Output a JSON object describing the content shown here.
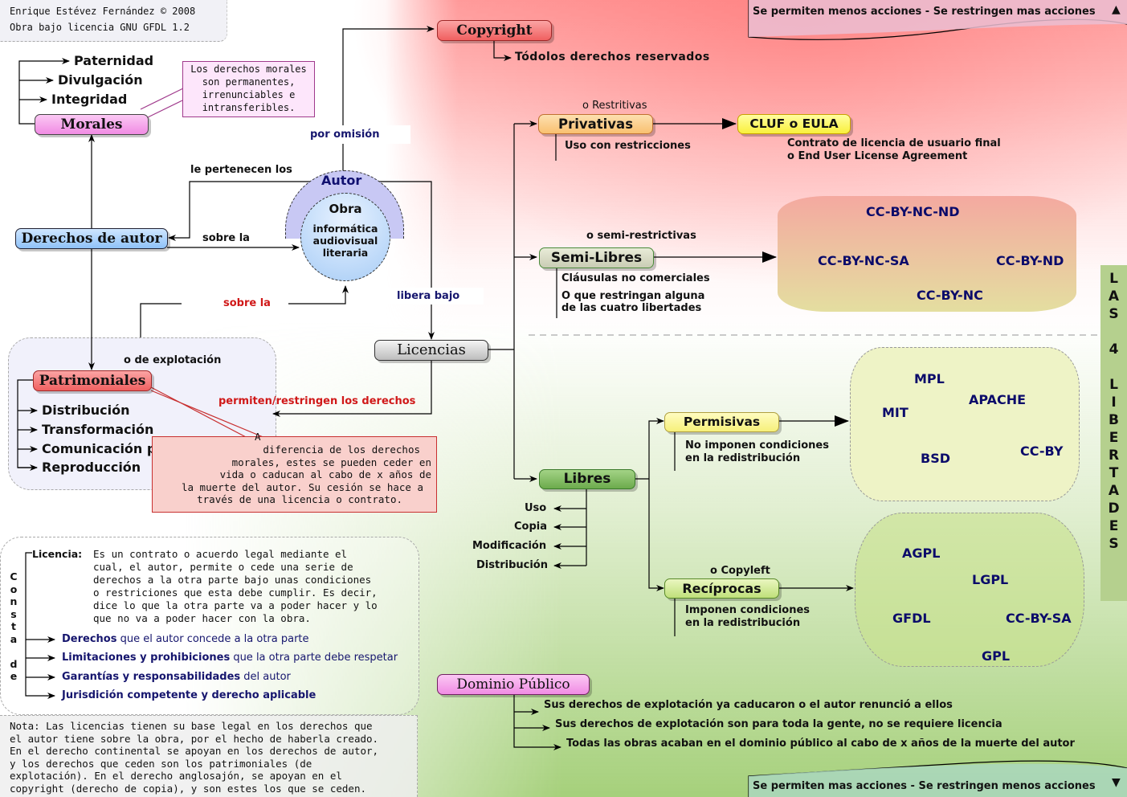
{
  "credit": {
    "line1": "Enrique Estévez Fernández © 2008",
    "line2": "Obra bajo licencia GNU GFDL 1.2"
  },
  "banners": {
    "top": "Se permiten menos acciones - Se restringen mas acciones",
    "bottom": "Se permiten mas acciones - Se restringen menos acciones",
    "top_arrow": "arrow-up-icon",
    "bottom_arrow": "arrow-down-icon"
  },
  "morales": {
    "label": "Morales",
    "children": [
      "Paternidad",
      "Divulgación",
      "Integridad"
    ],
    "callout": [
      "Los derechos morales",
      "son permanentes,",
      "irrenunciables e",
      "intransferibles."
    ]
  },
  "derechos_autor": {
    "label": "Derechos de autor"
  },
  "autor": {
    "label": "Autor",
    "obra": "Obra",
    "obra_types": [
      "informática",
      "audiovisual",
      "literaria"
    ]
  },
  "edge_labels": {
    "por_omision": "por omisión",
    "le_pertenecen": "le pertenecen los",
    "sobre_la_1": "sobre la",
    "sobre_la_2": "sobre la",
    "libera_bajo": "libera bajo",
    "permiten_restringen": "permiten/restringen los derechos"
  },
  "copyright": {
    "label": "Copyright",
    "child": "Tódolos derechos reservados"
  },
  "patrimoniales": {
    "label": "Patrimoniales",
    "subtitle": "o de explotación",
    "children": [
      "Distribución",
      "Transformación",
      "Comunicación pública",
      "Reproducción"
    ],
    "callout": [
      "A",
      "diferencia de los derechos",
      "morales, estes se pueden ceder en",
      "vida o caducan al cabo de x años de",
      "la muerte del autor. Su cesión se hace a",
      "través de una licencia o contrato."
    ]
  },
  "licencias": {
    "label": "Licencias"
  },
  "privativas": {
    "label": "Privativas",
    "subtitle": "o Restritivas",
    "note": "Uso con restricciones",
    "target": "CLUF o EULA",
    "target_note": [
      "Contrato de licencia de usuario final",
      "o End User License Agreement"
    ]
  },
  "semilibres": {
    "label": "Semi-Libres",
    "subtitle": "o semi-restrictivas",
    "notes": [
      "Cláusulas no comerciales",
      "O que restringan alguna",
      "de las cuatro libertades"
    ],
    "licenses": [
      "CC-BY-NC-ND",
      "CC-BY-NC-SA",
      "CC-BY-ND",
      "CC-BY-NC"
    ]
  },
  "libres": {
    "label": "Libres",
    "freedoms": [
      "Uso",
      "Copia",
      "Modificación",
      "Distribución"
    ]
  },
  "permisivas": {
    "label": "Permisivas",
    "note": [
      "No imponen condiciones",
      "en la redistribución"
    ],
    "licenses": [
      "MPL",
      "APACHE",
      "MIT",
      "BSD",
      "CC-BY"
    ]
  },
  "reciprocas": {
    "label": "Recíprocas",
    "subtitle": "o Copyleft",
    "note": [
      "Imponen condiciones",
      "en la redistribución"
    ],
    "licenses": [
      "AGPL",
      "LGPL",
      "GFDL",
      "CC-BY-SA",
      "GPL"
    ]
  },
  "side_label": [
    "L",
    "A",
    "S",
    "",
    "4",
    "",
    "L",
    "I",
    "B",
    "E",
    "R",
    "T",
    "A",
    "D",
    "E",
    "S"
  ],
  "licencia_def": {
    "term": "Licencia:",
    "definition": [
      "Es un contrato o acuerdo legal mediante el",
      "cual, el autor, permite o cede una serie de",
      "derechos a la otra parte bajo unas condiciones",
      "o restriciones que esta debe cumplir. Es decir,",
      "dice lo que la otra parte va a poder hacer y lo",
      "que no va a poder hacer con la obra."
    ],
    "consta_de": [
      "C",
      "o",
      "n",
      "s",
      "t",
      "a",
      "",
      "d",
      "e"
    ],
    "items": [
      {
        "bold": "Derechos",
        "rest": " que el autor concede a la otra parte"
      },
      {
        "bold": "Limitaciones y prohibiciones",
        "rest": " que la otra parte debe respetar"
      },
      {
        "bold": "Garantías y responsabilidades",
        "rest": " del autor"
      },
      {
        "bold": "Jurisdición competente y derecho aplicable",
        "rest": ""
      }
    ]
  },
  "nota": [
    "Nota: Las licencias tienen su base legal en los derechos que",
    "el autor tiene sobre la obra, por el hecho de haberla creado.",
    "En el derecho continental se apoyan en los derechos de autor,",
    "y los derechos que ceden son los patrimoniales (de",
    "explotación). En el derecho anglosajón, se apoyan en el",
    "copyright (derecho de copia), y son estes los que se ceden."
  ],
  "dominio_publico": {
    "label": "Dominio Público",
    "children": [
      "Sus derechos de explotación ya caducaron o el autor renunció a ellos",
      "Sus derechos de explotación son para toda la gente, no se requiere licencia",
      "Todas las obras acaban en el dominio público al cabo de x años de la muerte del autor"
    ]
  },
  "colors": {
    "morales": "#f7a8ee",
    "derechos_autor": "#a9d3ff",
    "copyright": "#f46b6b",
    "patrimoniales": "#f46b6b",
    "licencias": "#d6d6d6",
    "privativas": "#fbcf86",
    "cluf": "#fcf75b",
    "semilibres": "#d8dbc6",
    "libres": "#7bb85a",
    "permisivas": "#fbf78a",
    "reciprocas": "#d2eb8f",
    "dominio": "#f7a8ee",
    "license_text": "#0b0b6a"
  }
}
